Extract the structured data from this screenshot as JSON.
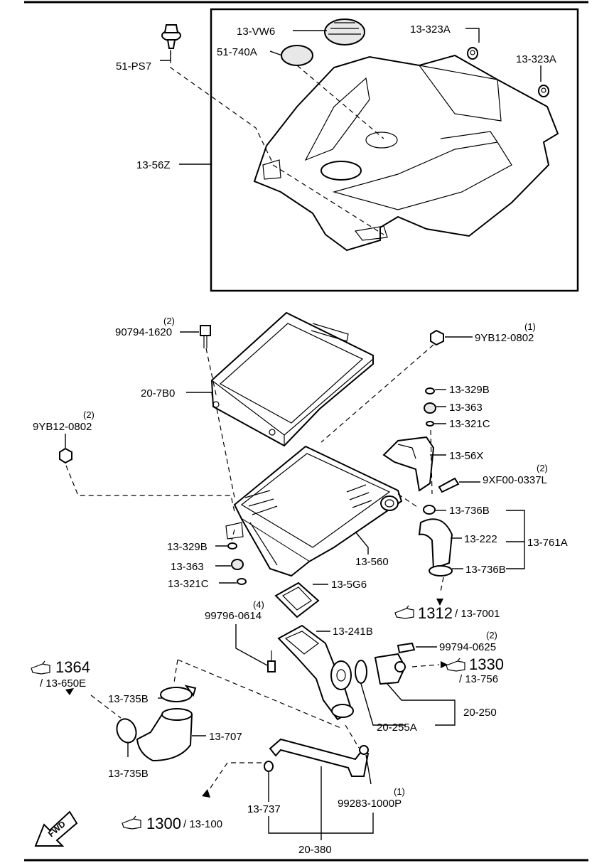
{
  "labels": {
    "p51PS7": "51-PS7",
    "p13VW6": "13-VW6",
    "p51_740A": "51-740A",
    "p13_323A_1": "13-323A",
    "p13_323A_2": "13-323A",
    "p13_56Z": "13-56Z",
    "p90794_1620": "90794-1620",
    "q90794_1620": "(2)",
    "p9YB12_0802_r": "9YB12-0802",
    "q9YB12_0802_r": "(1)",
    "p20_7B0": "20-7B0",
    "p13_329B_r": "13-329B",
    "p13_363_r": "13-363",
    "p13_321C_r": "13-321C",
    "p9YB12_0802_l": "9YB12-0802",
    "q9YB12_0802_l": "(2)",
    "p13_56X": "13-56X",
    "p9XF00_0337L": "9XF00-0337L",
    "q9XF00_0337L": "(2)",
    "p13_736B_1": "13-736B",
    "p13_222": "13-222",
    "p13_761A": "13-761A",
    "p13_736B_2": "13-736B",
    "p13_329B_l": "13-329B",
    "p13_363_l": "13-363",
    "p13_321C_l": "13-321C",
    "p13_560": "13-560",
    "p13_5G6": "13-5G6",
    "p99796_0614": "99796-0614",
    "q99796_0614": "(4)",
    "p13_241B": "13-241B",
    "p99794_0625": "99794-0625",
    "q99794_0625": "(2)",
    "p13_735B_1": "13-735B",
    "p13_707": "13-707",
    "p13_735B_2": "13-735B",
    "p20_250": "20-250",
    "p20_255A": "20-255A",
    "p99283_1000P": "99283-1000P",
    "q99283_1000P": "(1)",
    "p13_737": "13-737",
    "p20_380": "20-380"
  },
  "references": {
    "r1312_num": "1312",
    "r1312_sub": "/ 13-7001",
    "r1364_num": "1364",
    "r1364_sub": "/ 13-650E",
    "r1330_num": "1330",
    "r1330_sub": "/ 13-756",
    "r1300_num": "1300",
    "r1300_sub": "/ 13-100"
  },
  "fwd_label": "FWD"
}
